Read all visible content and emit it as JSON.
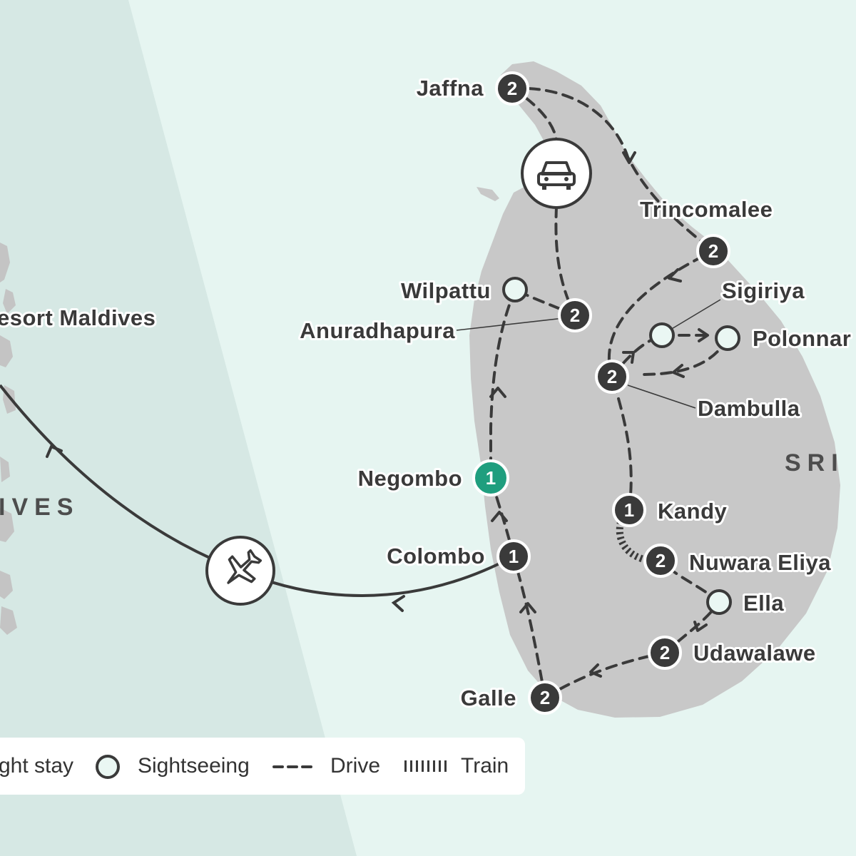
{
  "map": {
    "country_maldives": "IVES",
    "country_srilanka": "SRI",
    "maldives_resort_label": "esort Maldives",
    "colors": {
      "sea_light": "#e6f5f1",
      "sea_maldives": "#d6e8e4",
      "land": "#c8c8c8",
      "marker": "#3a3a3a",
      "start_marker": "#1f9e7e",
      "sightseeing_fill": "#eaf7f3",
      "route": "#3a3a3a"
    },
    "transport_icons": [
      "car-icon",
      "plane-icon"
    ],
    "stops": [
      {
        "id": "jaffna",
        "label": "Jaffna",
        "nights": "2",
        "type": "overnight"
      },
      {
        "id": "trincomalee",
        "label": "Trincomalee",
        "nights": "2",
        "type": "overnight"
      },
      {
        "id": "wilpattu",
        "label": "Wilpattu",
        "nights": "",
        "type": "sightseeing"
      },
      {
        "id": "anuradhapura",
        "label": "Anuradhapura",
        "nights": "2",
        "type": "overnight"
      },
      {
        "id": "sigiriya",
        "label": "Sigiriya",
        "nights": "",
        "type": "sightseeing"
      },
      {
        "id": "polonnaruwa",
        "label": "Polonnar",
        "nights": "",
        "type": "sightseeing"
      },
      {
        "id": "dambulla",
        "label": "Dambulla",
        "nights": "2",
        "type": "overnight"
      },
      {
        "id": "negombo",
        "label": "Negombo",
        "nights": "1",
        "type": "start"
      },
      {
        "id": "kandy",
        "label": "Kandy",
        "nights": "1",
        "type": "overnight"
      },
      {
        "id": "colombo",
        "label": "Colombo",
        "nights": "1",
        "type": "overnight"
      },
      {
        "id": "nuwara_eliya",
        "label": "Nuwara Eliya",
        "nights": "2",
        "type": "overnight"
      },
      {
        "id": "ella",
        "label": "Ella",
        "nights": "",
        "type": "sightseeing"
      },
      {
        "id": "udawalawe",
        "label": "Udawalawe",
        "nights": "2",
        "type": "overnight"
      },
      {
        "id": "galle",
        "label": "Galle",
        "nights": "2",
        "type": "overnight"
      }
    ]
  },
  "legend": {
    "overnight_label": "ght stay",
    "sightseeing_label": "Sightseeing",
    "drive_label": "Drive",
    "train_label": "Train"
  }
}
